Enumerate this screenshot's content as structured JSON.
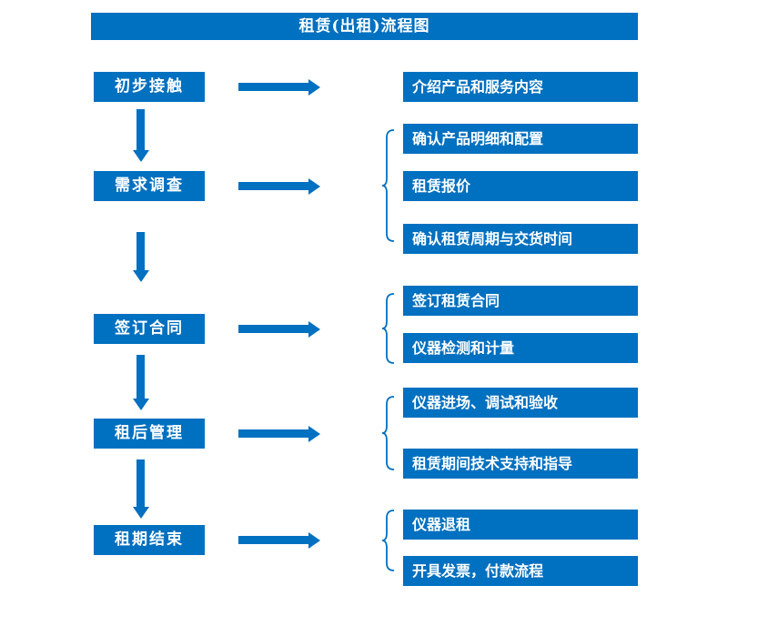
{
  "title": "租赁(出租)流程图",
  "colors": {
    "primary": "#0070C0",
    "box_text": "#FFFFFF",
    "background": "#FFFFFF"
  },
  "chart_type": "flowchart",
  "steps": [
    {
      "label": "初步接触",
      "details": [
        "介绍产品和服务内容"
      ]
    },
    {
      "label": "需求调查",
      "details": [
        "确认产品明细和配置",
        "租赁报价",
        "确认租赁周期与交货时间"
      ]
    },
    {
      "label": "签订合同",
      "details": [
        "签订租赁合同",
        "仪器检测和计量"
      ]
    },
    {
      "label": "租后管理",
      "details": [
        "仪器进场、调试和验收",
        "租赁期间技术支持和指导"
      ]
    },
    {
      "label": "租期结束",
      "details": [
        "仪器退租",
        "开具发票，付款流程"
      ]
    }
  ]
}
